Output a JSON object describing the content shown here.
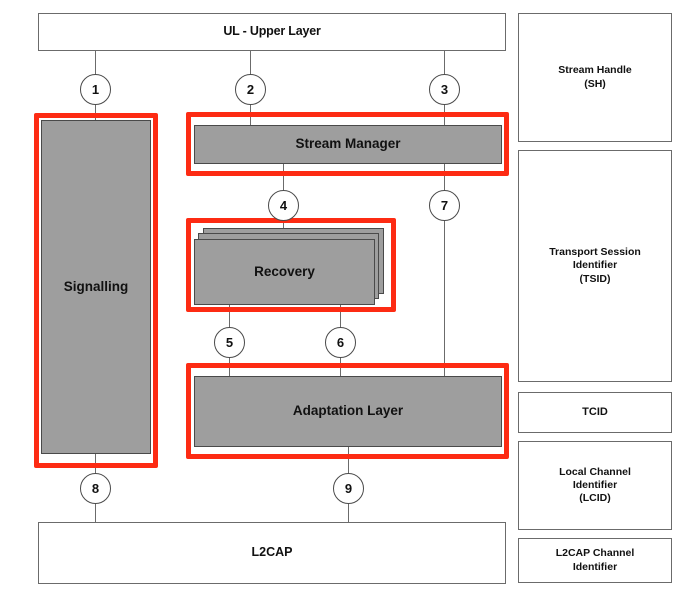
{
  "diagram": {
    "title_block": {
      "label": "UL - Upper Layer"
    },
    "bottom_block": {
      "label": "L2CAP"
    },
    "blocks": {
      "signalling": "Signalling",
      "stream_manager": "Stream Manager",
      "recovery": "Recovery",
      "adaptation_layer": "Adaptation Layer"
    },
    "identifier_column": [
      {
        "id": "stream-handle",
        "label": "Stream Handle\n(SH)"
      },
      {
        "id": "transport-session-identifier",
        "label": "Transport Session\nIdentifier\n(TSID)"
      },
      {
        "id": "tcid",
        "label": "TCID"
      },
      {
        "id": "local-channel-identifier",
        "label": "Local Channel\nIdentifier\n(LCID)"
      },
      {
        "id": "l2cap-channel-identifier",
        "label": "L2CAP Channel\nIdentifier"
      }
    ],
    "interface_points": [
      {
        "id": 1,
        "label": "1"
      },
      {
        "id": 2,
        "label": "2"
      },
      {
        "id": 3,
        "label": "3"
      },
      {
        "id": 4,
        "label": "4"
      },
      {
        "id": 5,
        "label": "5"
      },
      {
        "id": 6,
        "label": "6"
      },
      {
        "id": 7,
        "label": "7"
      },
      {
        "id": 8,
        "label": "8"
      },
      {
        "id": 9,
        "label": "9"
      }
    ],
    "colors": {
      "highlight": "#fd2b13",
      "block_fill": "#9e9e9e",
      "block_stroke": "#4a4a4a",
      "outline_stroke": "#6b6b6b",
      "background": "#ffffff",
      "text": "#111111"
    }
  }
}
